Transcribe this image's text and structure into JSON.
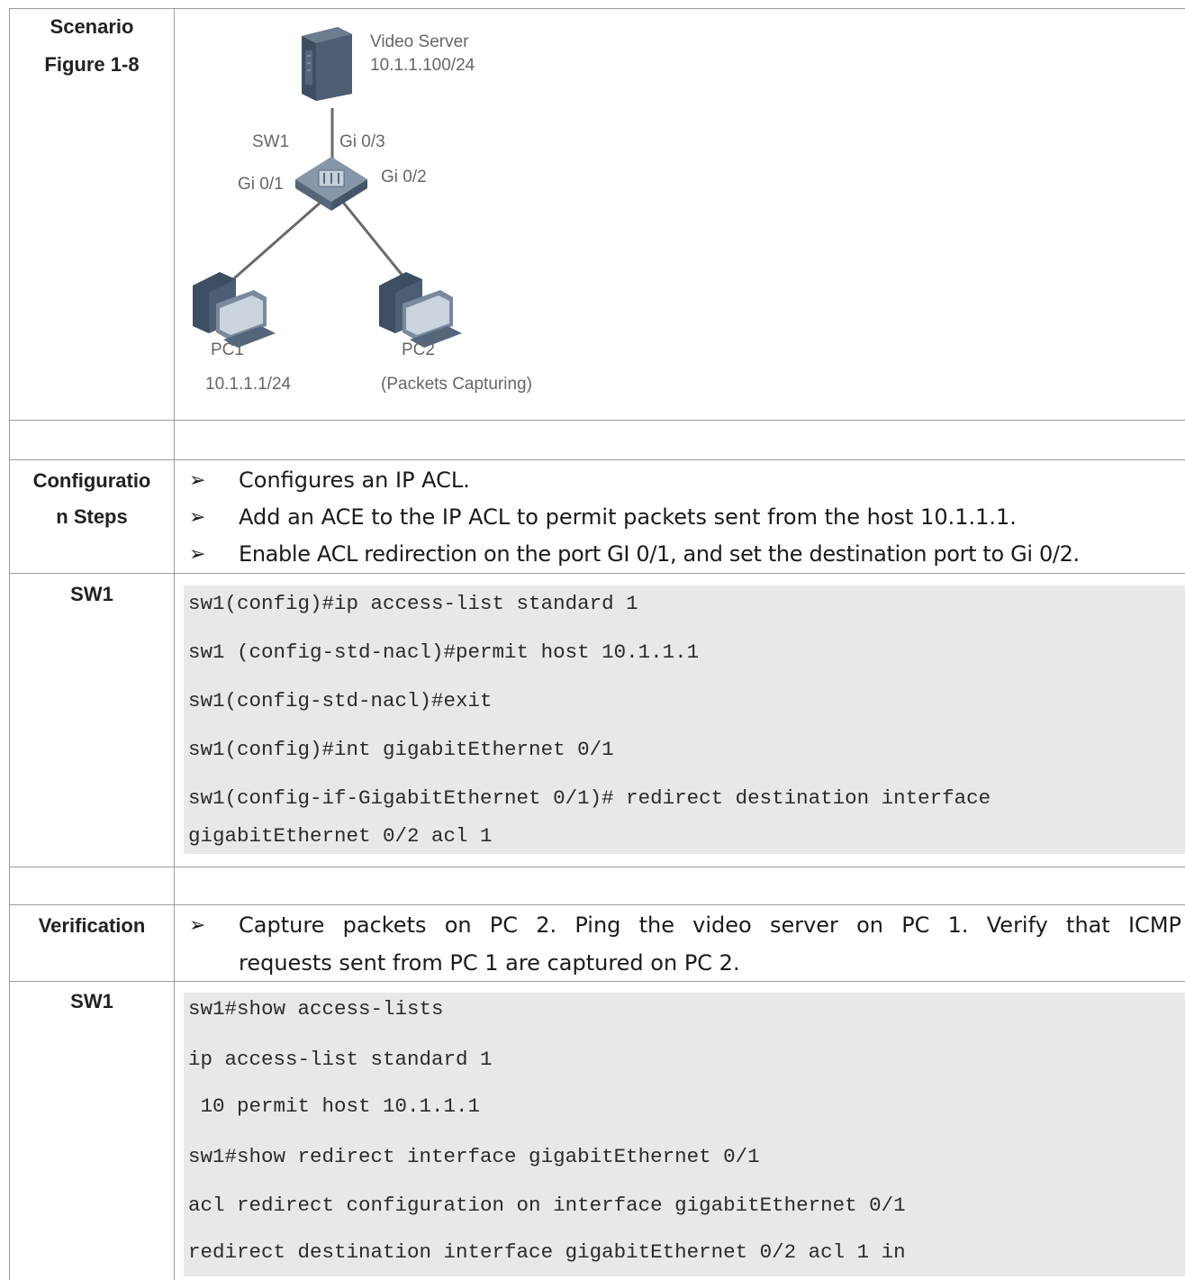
{
  "scenario": {
    "label_line1": "Scenario",
    "label_line2": "Figure 1-8",
    "diagram": {
      "server_name": "Video Server",
      "server_ip": "10.1.1.100/24",
      "switch_name": "SW1",
      "port_gi03": "Gi 0/3",
      "port_gi01": "Gi 0/1",
      "port_gi02": "Gi 0/2",
      "pc1_name": "PC1",
      "pc1_ip": "10.1.1.1/24",
      "pc2_name": "PC2",
      "pc2_note": "(Packets Capturing)"
    }
  },
  "configuration": {
    "label_line1": "Configuratio",
    "label_line2": "n Steps",
    "steps": [
      "Configures an IP ACL.",
      "Add an ACE to the IP ACL to permit packets sent from the host 10.1.1.1.",
      "Enable ACL redirection on the port GI 0/1, and set the destination port to Gi 0/2."
    ]
  },
  "config_code": {
    "label": "SW1",
    "lines": [
      "sw1(config)#ip access-list standard 1",
      "sw1 (config-std-nacl)#permit host 10.1.1.1",
      "sw1(config-std-nacl)#exit",
      "sw1(config)#int gigabitEthernet 0/1",
      "sw1(config-if-GigabitEthernet 0/1)# redirect destination interface",
      "gigabitEthernet 0/2 acl 1"
    ]
  },
  "verification": {
    "label": "Verification",
    "step_line1": "Capture packets on PC 2. Ping the video server on PC 1. Verify that ICMP",
    "step_line2": "requests sent from PC 1 are captured on PC 2."
  },
  "verify_code": {
    "label": "SW1",
    "lines": [
      "sw1#show access-lists",
      "ip access-list standard 1",
      " 10 permit host 10.1.1.1",
      "sw1#show redirect interface gigabitEthernet 0/1",
      "acl redirect configuration on interface gigabitEthernet 0/1",
      "redirect destination interface gigabitEthernet 0/2 acl 1 in"
    ]
  },
  "bullet_symbol": "➢"
}
